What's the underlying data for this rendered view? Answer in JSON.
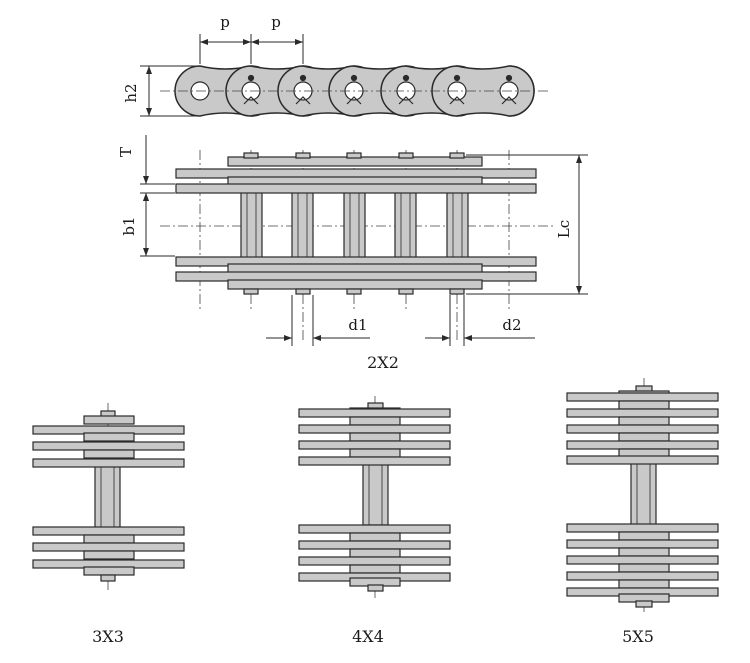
{
  "labels": {
    "pitch_left": "p",
    "pitch_right": "p",
    "plate_height": "h2",
    "plate_thickness": "T",
    "inner_width": "b1",
    "pin_length": "Lc",
    "roller_diameter": "d1",
    "pin_diameter": "d2"
  },
  "captions": {
    "top": "2X2",
    "bottom_left": "3X3",
    "bottom_middle": "4X4",
    "bottom_right": "5X5"
  },
  "colors": {
    "plate_fill": "#c9c9c9",
    "stroke": "#2a2a2a",
    "background": "#ffffff"
  }
}
